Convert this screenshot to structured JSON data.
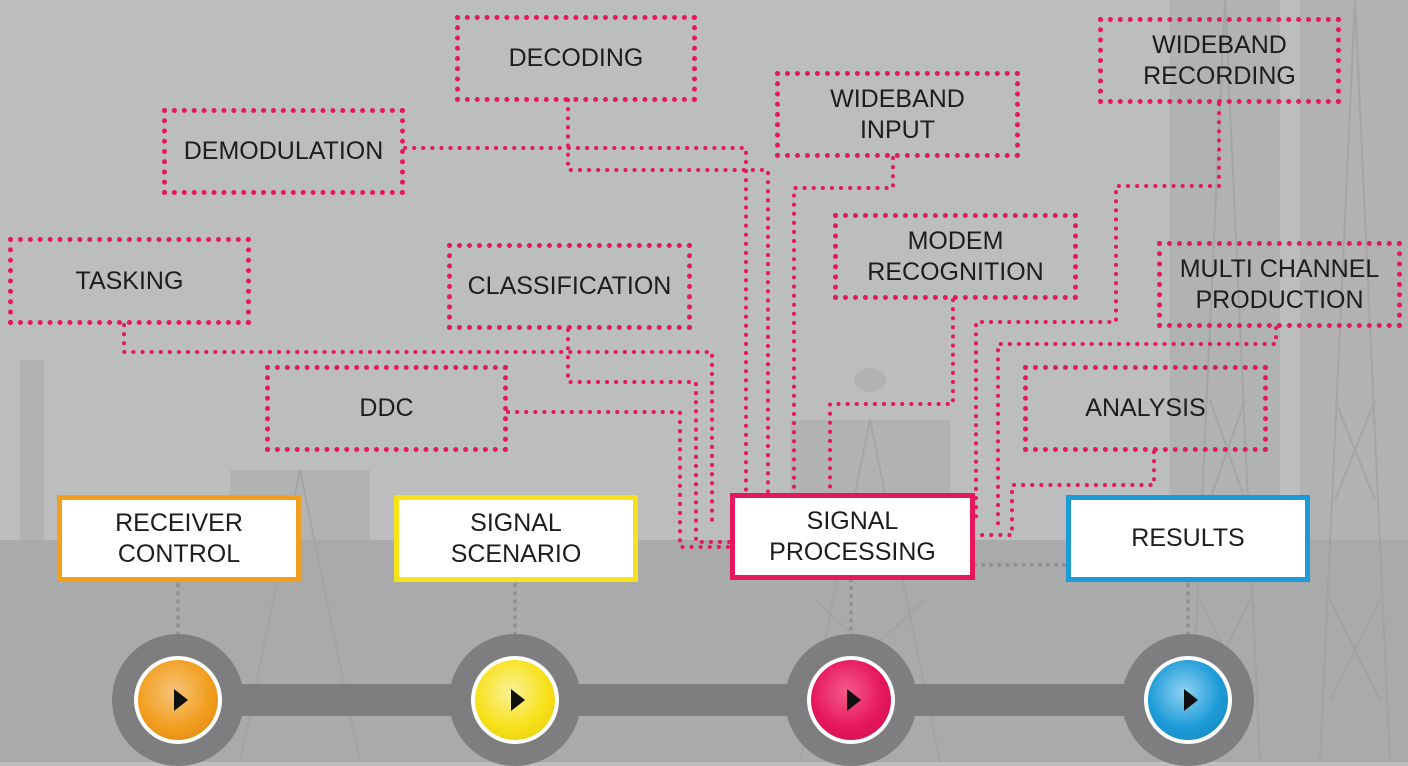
{
  "colors": {
    "background": "#bcbdbf",
    "connector": "#e6175c",
    "receiver_control": "#f29e1f",
    "signal_scenario": "#f7e11a",
    "signal_processing": "#e6175c",
    "results": "#1d9bd7",
    "node_ring": "#7e7e80"
  },
  "modules": {
    "decoding": "DECODING",
    "demodulation": "DEMODULATION",
    "wideband_input": "WIDEBAND\nINPUT",
    "wideband_recording": "WIDEBAND\nRECORDING",
    "tasking": "TASKING",
    "classification": "CLASSIFICATION",
    "modem_recognition": "MODEM\nRECOGNITION",
    "multi_channel_production": "MULTI CHANNEL\nPRODUCTION",
    "ddc": "DDC",
    "analysis": "ANALYSIS"
  },
  "stages": [
    {
      "id": "receiver-control",
      "label": "RECEIVER\nCONTROL",
      "color": "#f29e1f",
      "icon": "play-icon"
    },
    {
      "id": "signal-scenario",
      "label": "SIGNAL\nSCENARIO",
      "color": "#f7e11a",
      "icon": "play-icon"
    },
    {
      "id": "signal-processing",
      "label": "SIGNAL\nPROCESSING",
      "color": "#e6175c",
      "icon": "play-icon"
    },
    {
      "id": "results",
      "label": "RESULTS",
      "color": "#1d9bd7",
      "icon": "play-icon"
    }
  ]
}
